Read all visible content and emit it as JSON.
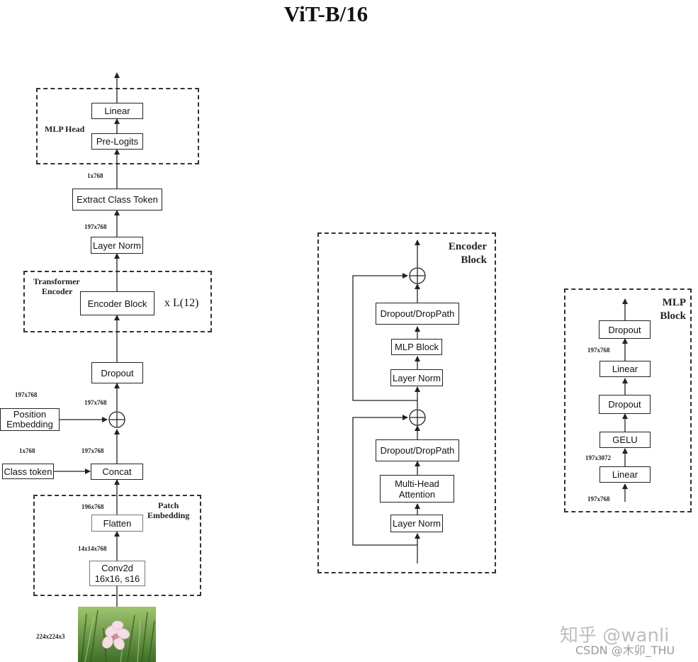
{
  "title": "ViT-B/16",
  "main": {
    "mlp_head_label": "MLP Head",
    "linear": "Linear",
    "pre_logits": "Pre-Logits",
    "extract_class_token": "Extract Class Token",
    "layer_norm": "Layer Norm",
    "transformer_encoder_label_1": "Transformer",
    "transformer_encoder_label_2": "Encoder",
    "encoder_block": "Encoder Block",
    "repeat": "x L(12)",
    "dropout": "Dropout",
    "position_embedding_1": "Position",
    "position_embedding_2": "Embedding",
    "class_token": "Class token",
    "concat": "Concat",
    "patch_embedding_label_1": "Patch",
    "patch_embedding_label_2": "Embedding",
    "flatten": "Flatten",
    "conv2d_1": "Conv2d",
    "conv2d_2": "16x16, s16",
    "dims": {
      "d_1x768_top": "1x768",
      "d_197x768_ln": "197x768",
      "d_197x768_pos": "197x768",
      "d_197x768_drop": "197x768",
      "d_1x768_cls": "1x768",
      "d_197x768_concat": "197x768",
      "d_196x768": "196x768",
      "d_14x14x768": "14x14x768",
      "d_224": "224x224x3"
    }
  },
  "encoder_block_detail": {
    "label_1": "Encoder",
    "label_2": "Block",
    "dropout_droppath_top": "Dropout/DropPath",
    "mlp_block": "MLP Block",
    "layer_norm_top": "Layer Norm",
    "dropout_droppath_bottom": "Dropout/DropPath",
    "mha_1": "Multi-Head",
    "mha_2": "Attention",
    "layer_norm_bottom": "Layer Norm"
  },
  "mlp_block_detail": {
    "label_1": "MLP",
    "label_2": "Block",
    "dropout_top": "Dropout",
    "linear_top": "Linear",
    "dropout_mid": "Dropout",
    "gelu": "GELU",
    "linear_bottom": "Linear",
    "d_197x768_top": "197x768",
    "d_197x3072": "197x3072",
    "d_197x768_bottom": "197x768"
  },
  "watermark": {
    "line1": "知乎 @wanli",
    "line2": "CSDN @木卯_THU"
  }
}
